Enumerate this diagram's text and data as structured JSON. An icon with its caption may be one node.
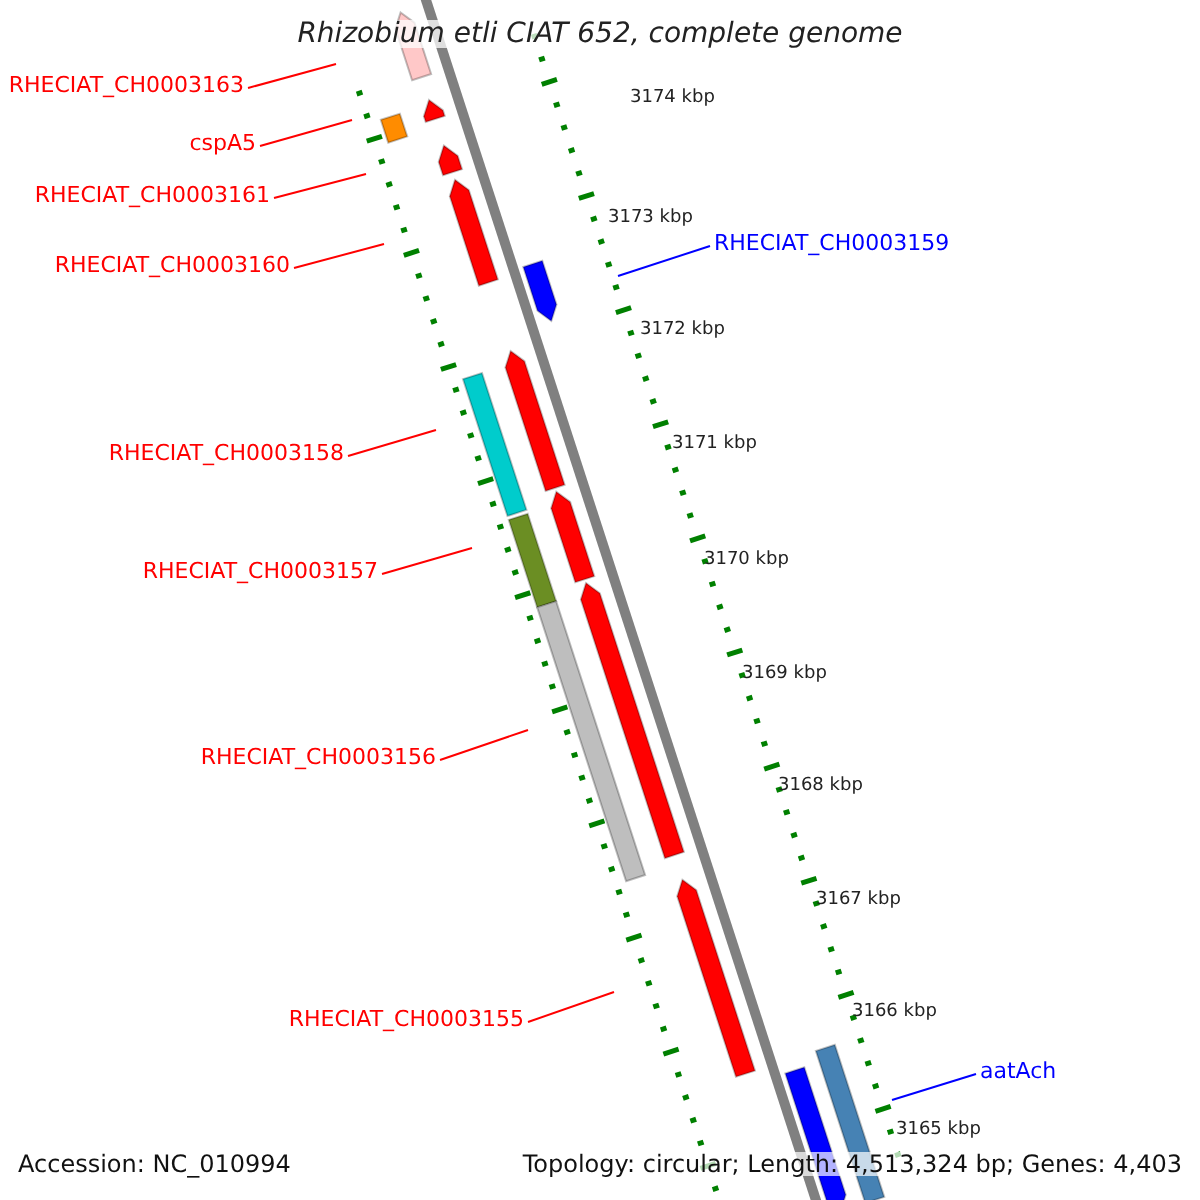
{
  "diagram": {
    "title": "Rhizobium etli CIAT 652, complete genome",
    "nodes": [
      {
        "text": [
          "RHECIAT_CH0003163"
        ]
      },
      {
        "text": [
          "cspA5"
        ]
      },
      {
        "text": [
          "RHECIAT_CH0003161"
        ]
      },
      {
        "text": [
          "RHECIAT_CH0003160"
        ]
      },
      {
        "text": [
          "RHECIAT_CH0003159"
        ]
      },
      {
        "text": [
          "RHECIAT_CH0003158"
        ]
      },
      {
        "text": [
          "RHECIAT_CH0003157"
        ]
      },
      {
        "text": [
          "RHECIAT_CH0003156"
        ]
      },
      {
        "text": [
          "RHECIAT_CH0003155"
        ]
      },
      {
        "text": [
          "aatAch"
        ]
      }
    ],
    "edges": [
      {
        "from": 0,
        "to": null,
        "arrow": "none"
      },
      {
        "from": 1,
        "to": null,
        "arrow": "none"
      },
      {
        "from": 2,
        "to": null,
        "arrow": "none"
      },
      {
        "from": 3,
        "to": null,
        "arrow": "none"
      },
      {
        "from": 4,
        "to": null,
        "arrow": "none",
        "color": "#0000ff"
      },
      {
        "from": 5,
        "to": null,
        "arrow": "none"
      },
      {
        "from": 6,
        "to": null,
        "arrow": "none"
      },
      {
        "from": 7,
        "to": null,
        "arrow": "none"
      },
      {
        "from": 8,
        "to": null,
        "arrow": "none"
      },
      {
        "from": 9,
        "to": null,
        "arrow": "none",
        "color": "#0000ff"
      }
    ],
    "labels": [
      "3174 kbp",
      "3173 kbp",
      "3172 kbp",
      "3171 kbp",
      "3170 kbp",
      "3169 kbp",
      "3168 kbp",
      "3167 kbp",
      "3166 kbp",
      "3165 kbp",
      "Accession: NC_010994",
      "Topology: circular; Length: 4,513,324 bp; Genes: 4,403"
    ]
  }
}
